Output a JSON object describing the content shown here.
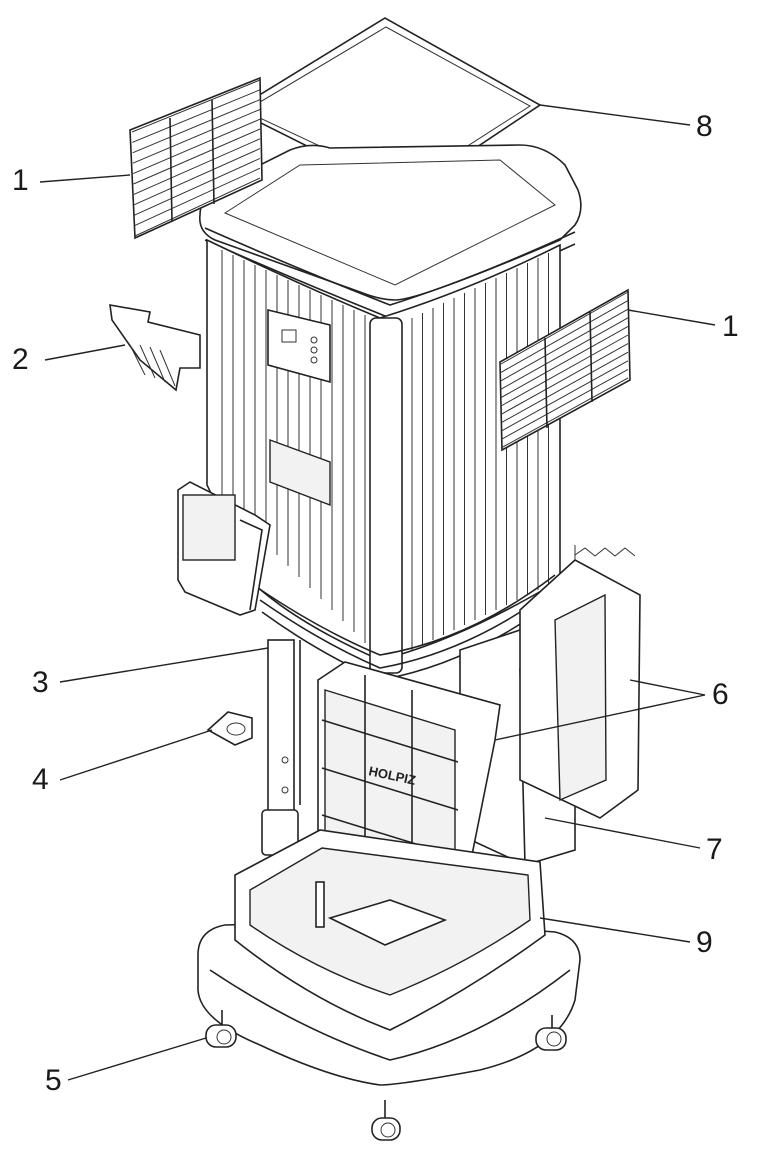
{
  "callouts": [
    {
      "id": "1a",
      "number": "1"
    },
    {
      "id": "1b",
      "number": "1"
    },
    {
      "id": "2",
      "number": "2"
    },
    {
      "id": "3",
      "number": "3"
    },
    {
      "id": "4",
      "number": "4"
    },
    {
      "id": "5",
      "number": "5"
    },
    {
      "id": "6",
      "number": "6"
    },
    {
      "id": "7",
      "number": "7"
    },
    {
      "id": "8",
      "number": "8"
    },
    {
      "id": "9",
      "number": "9"
    }
  ],
  "filter_label": "HOLPIZ",
  "colors": {
    "line": "#222222",
    "fill": "#ffffff",
    "shade": "#f2f2f2"
  }
}
